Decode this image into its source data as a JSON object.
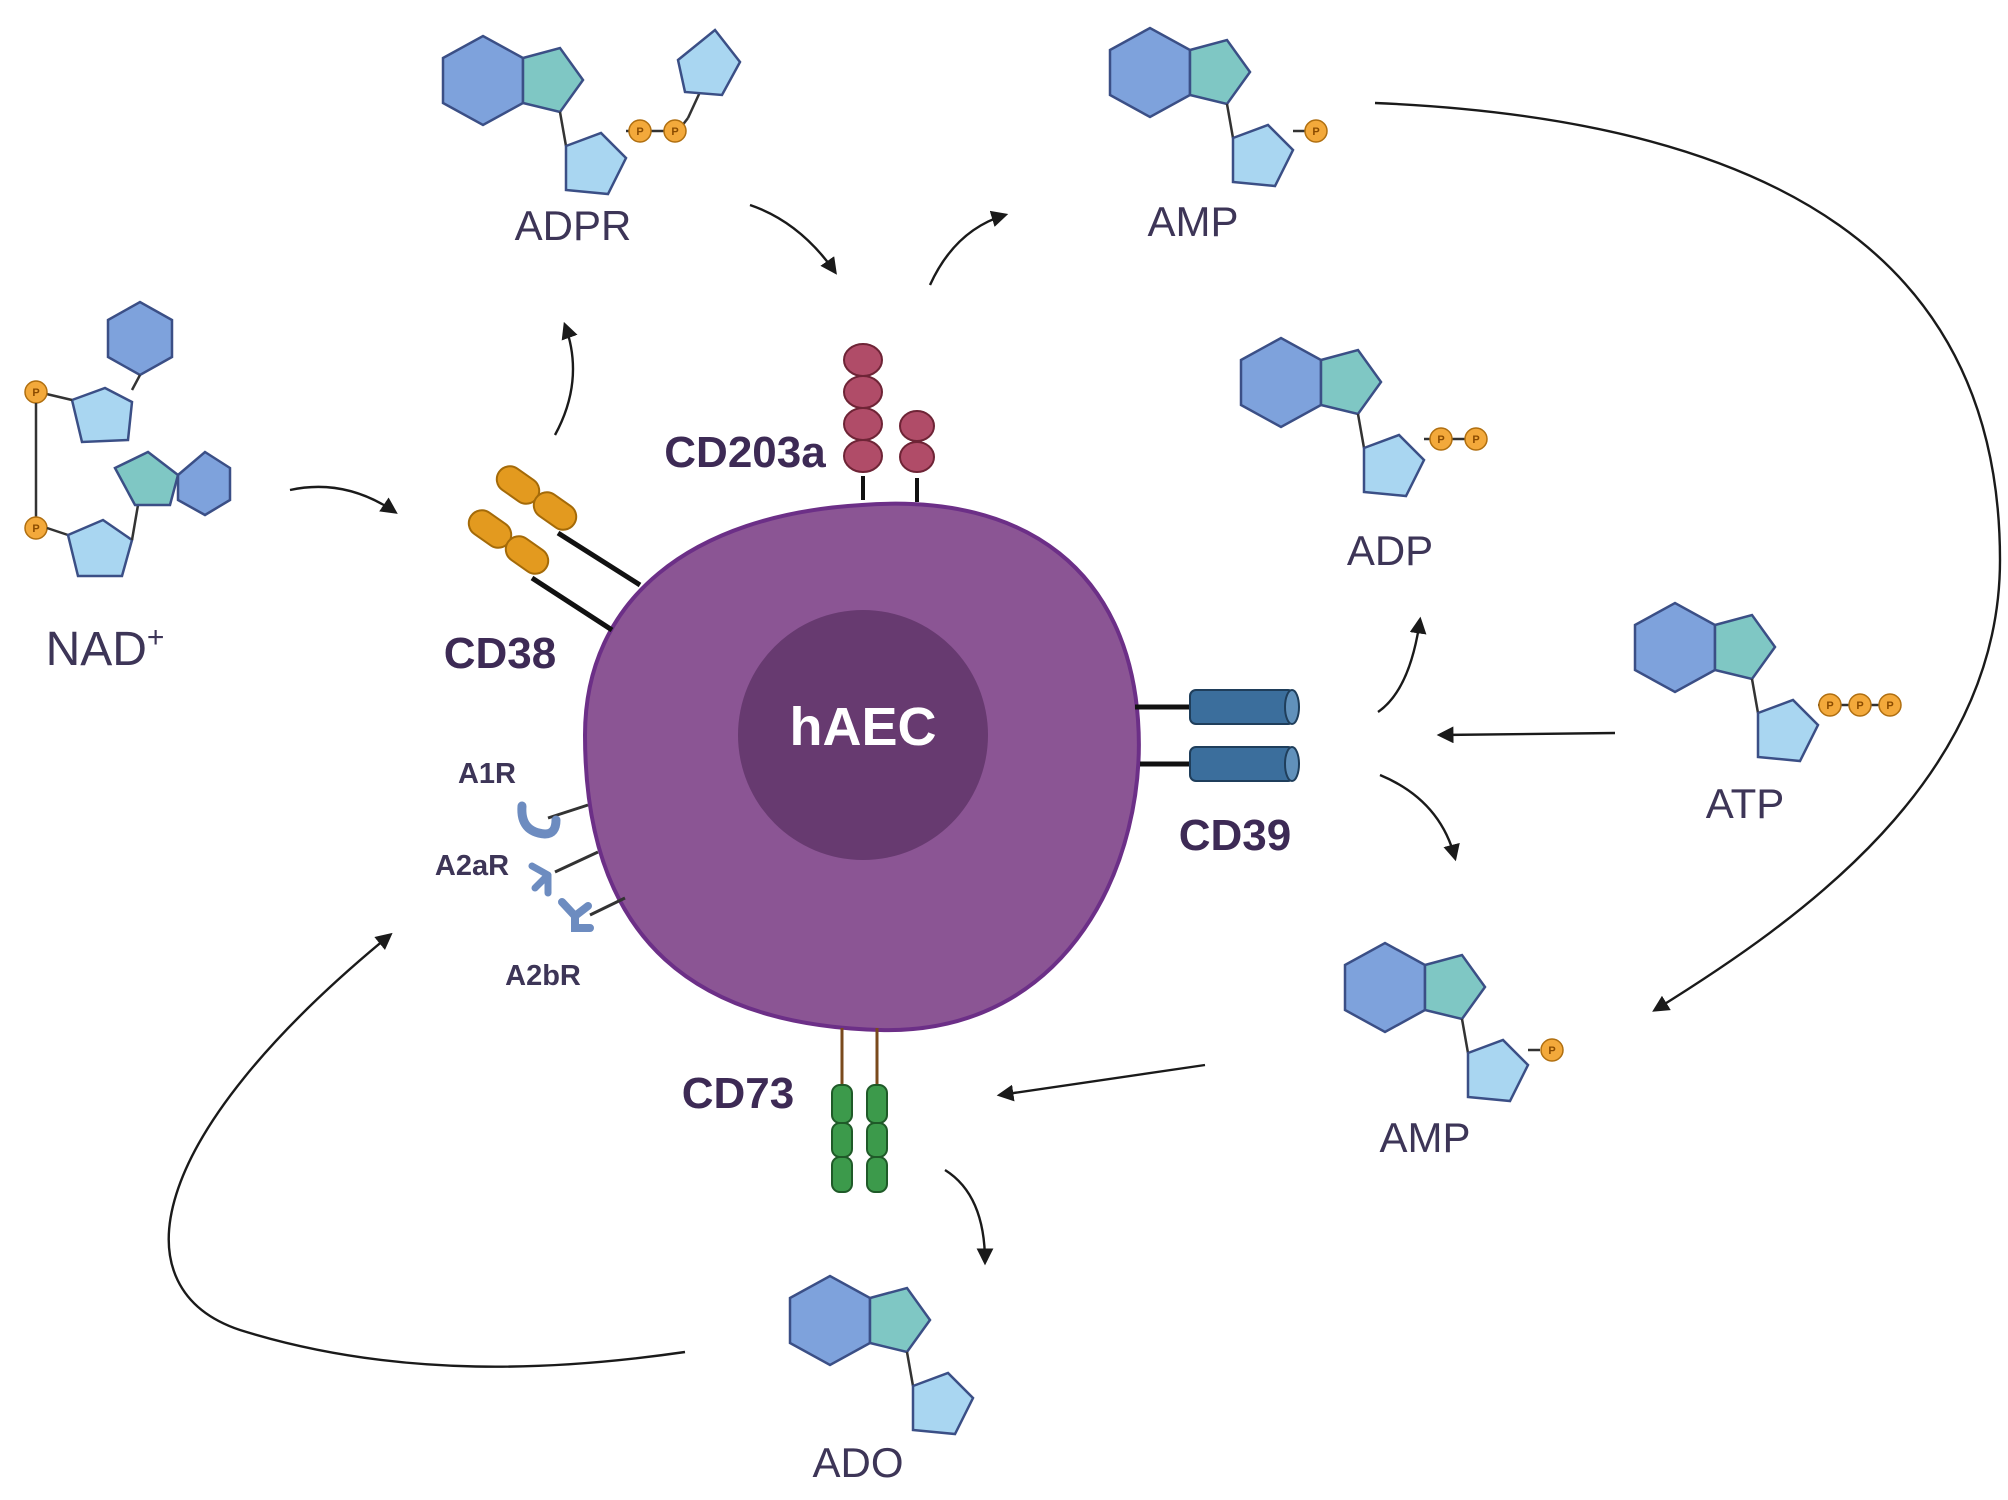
{
  "cell": {
    "label": "hAEC"
  },
  "enzymes": {
    "cd38": "CD38",
    "cd203a": "CD203a",
    "cd39": "CD39",
    "cd73": "CD73"
  },
  "receptors": {
    "a1r": "A1R",
    "a2ar": "A2aR",
    "a2br": "A2bR"
  },
  "molecules": {
    "adpr": "ADPR",
    "amp_top": "AMP",
    "adp": "ADP",
    "atp": "ATP",
    "amp_right": "AMP",
    "ado": "ADO",
    "nad": "NAD",
    "nad_sup": "+"
  },
  "phosphate_symbol": "P",
  "colors": {
    "cell_body": "#8b5594",
    "cell_outline": "#6c2f87",
    "nucleus": "#673a70",
    "hexagon": "#7ea2dc",
    "hexagon_stroke": "#3b4f86",
    "adenine_pentagon": "#7fc7c4",
    "ribose_pentagon": "#a9d6f1",
    "phosphate": "#f3a93b",
    "cd38": "#e39a1f",
    "cd203a": "#b04c68",
    "cd39": "#3b6e9c",
    "cd73": "#3c9a4b",
    "receptor": "#6d8cc0"
  }
}
